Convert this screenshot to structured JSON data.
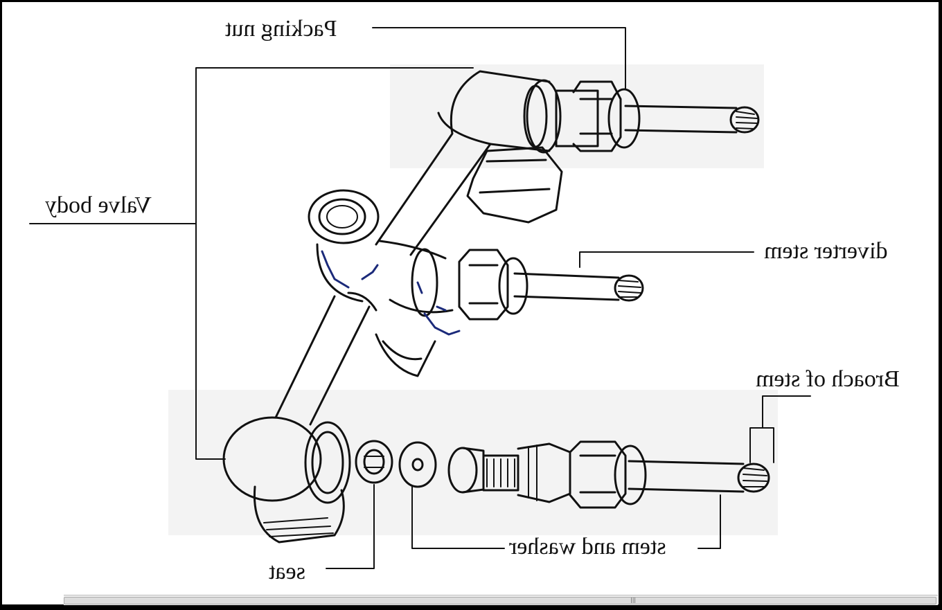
{
  "diagram": {
    "labels": {
      "packing_nut": "Packing nut",
      "valve_body": "Valve body",
      "diverter_stem": "diverter stem",
      "broach_of_stem": "Broach of stem",
      "stem_and_washer": "stem and washer",
      "seat": "seat"
    }
  },
  "scrollbar": {
    "grip": "|||"
  }
}
